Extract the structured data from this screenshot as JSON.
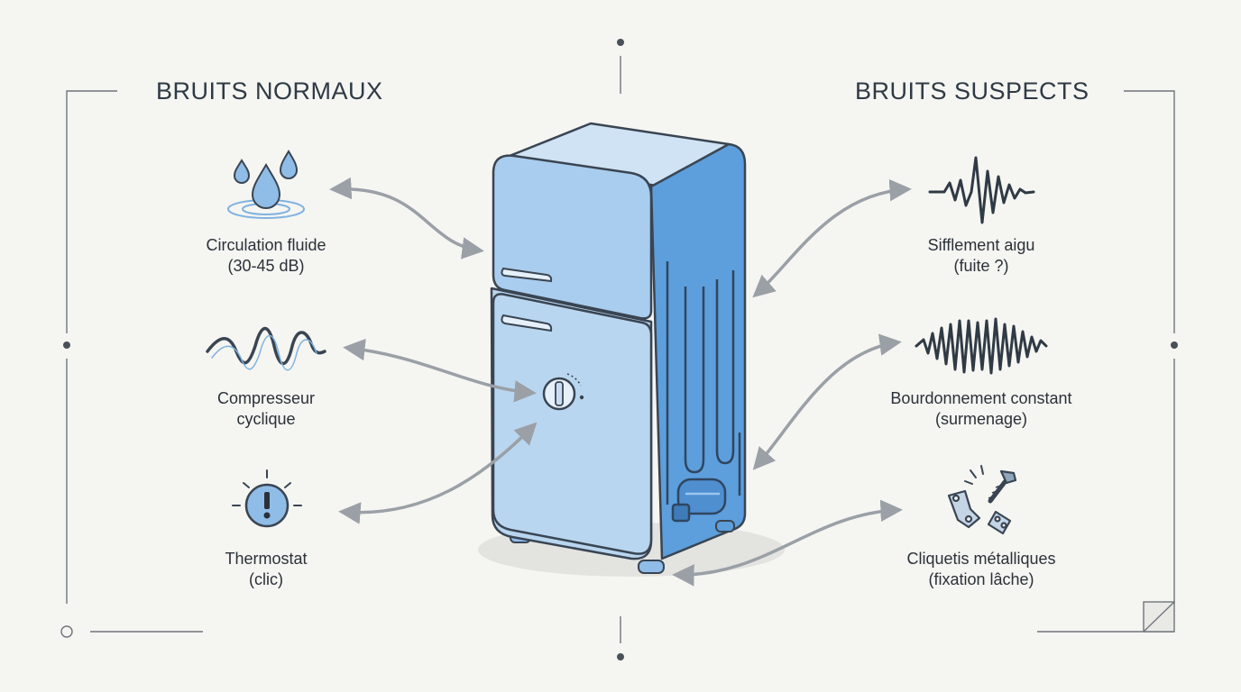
{
  "headings": {
    "normal": "BRUITS NORMAUX",
    "suspect": "BRUITS SUSPECTS"
  },
  "normal_sounds": [
    {
      "line1": "Circulation fluide",
      "line2": "(30-45 dB)",
      "icon": "water-drops-icon"
    },
    {
      "line1": "Compresseur",
      "line2": "cyclique",
      "icon": "sine-wave-icon"
    },
    {
      "line1": "Thermostat",
      "line2": "(clic)",
      "icon": "alert-click-icon"
    }
  ],
  "suspect_sounds": [
    {
      "line1": "Sifflement aigu",
      "line2": "(fuite ?)",
      "icon": "sharp-spike-wave-icon"
    },
    {
      "line1": "Bourdonnement constant",
      "line2": "(surmenage)",
      "icon": "dense-buzz-wave-icon"
    },
    {
      "line1": "Cliquetis métalliques",
      "line2": "(fixation lâche)",
      "icon": "loose-screw-brackets-icon"
    }
  ],
  "colors": {
    "background": "#f5f5f2",
    "fridge_light": "#b9d6f0",
    "fridge_mid": "#8fbde8",
    "fridge_side": "#5d9edc",
    "outline": "#3a4552",
    "arrow": "#9aa0a6",
    "icon_blue": "#7fb2e0"
  }
}
